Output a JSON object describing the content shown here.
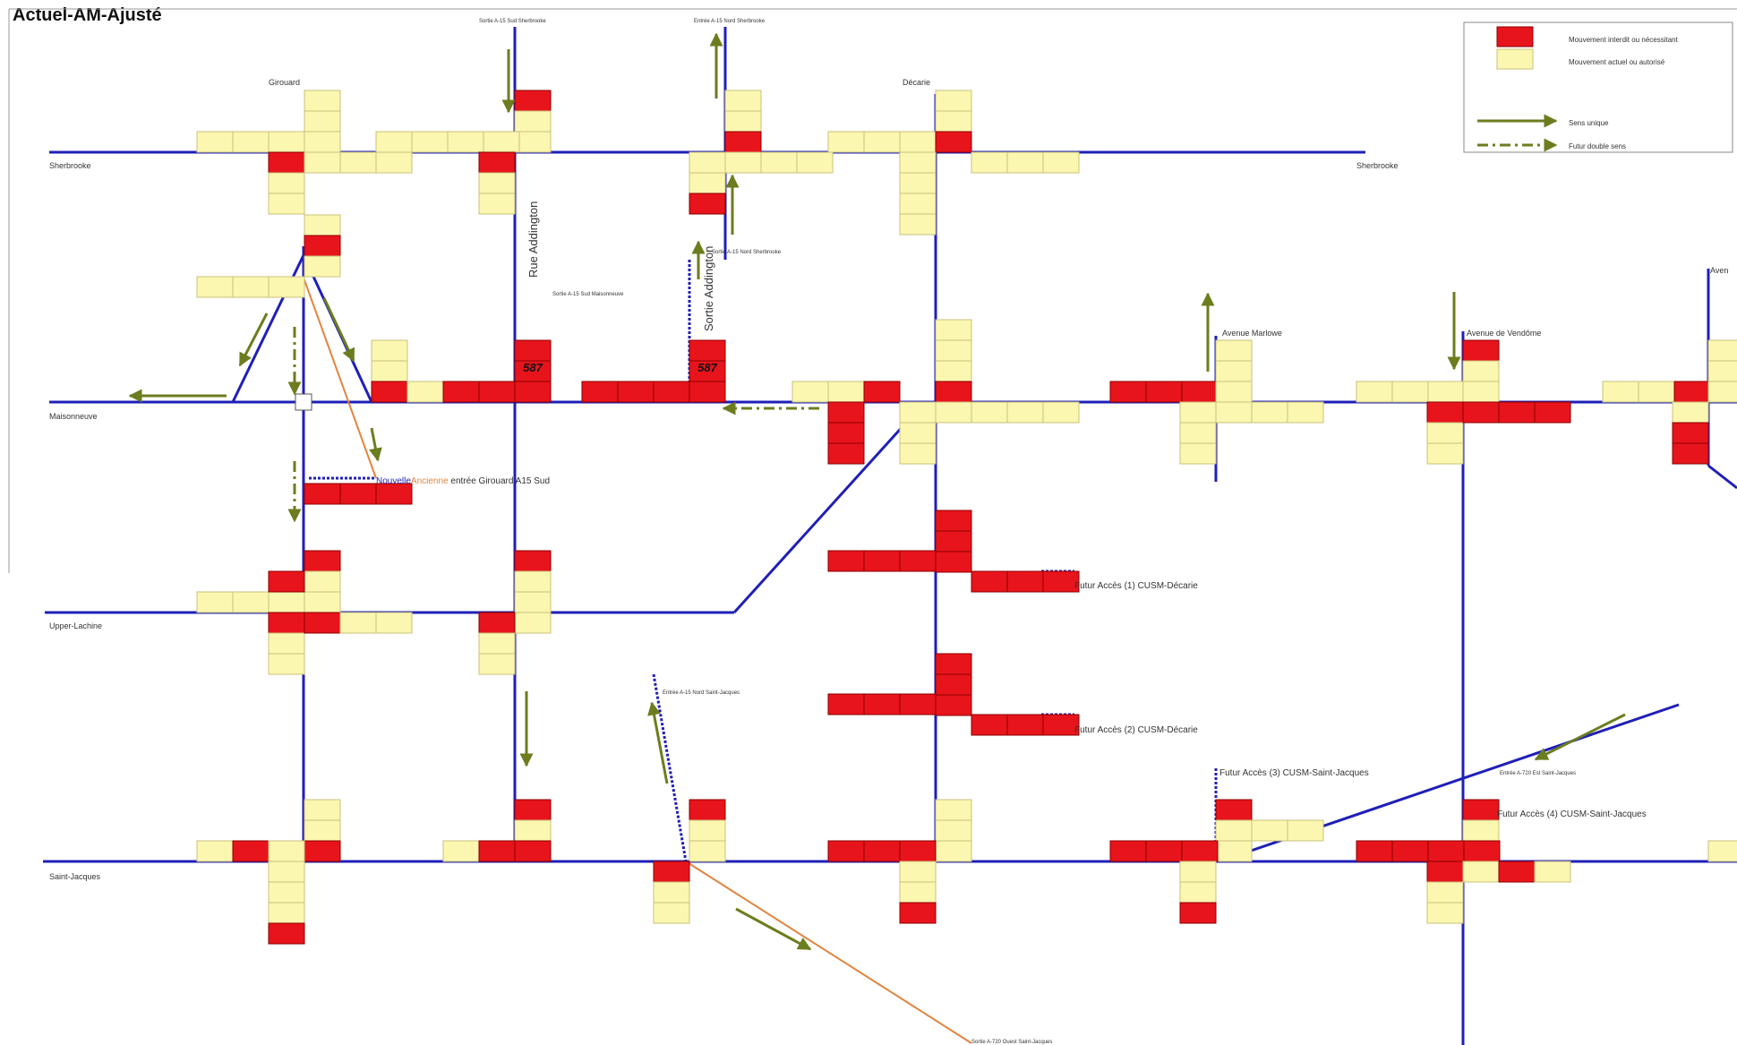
{
  "title": "Actuel-AM-Ajusté",
  "colors": {
    "street": "#1f1fb8",
    "forbidden": "#e8141c",
    "allowed": "#fbf7b0",
    "arrow": "#6b7d1e",
    "orange_line": "#e3843e",
    "cell_text": "#19b5c9"
  },
  "legend": {
    "items": [
      {
        "label": "Mouvement interdit ou nécessitant",
        "type": "red-box"
      },
      {
        "label": "Mouvement actuel ou autorisé",
        "type": "yellow-box"
      },
      {
        "label": "Sens unique",
        "type": "solid-arrow"
      },
      {
        "label": "Futur double sens",
        "type": "dashed-arrow"
      }
    ]
  },
  "streets": {
    "sherbrooke_left": "Sherbrooke",
    "sherbrooke_right": "Sherbrooke",
    "maisonneuve": "Maisonneuve",
    "upper_lachine": "Upper-Lachine",
    "saint_jacques": "Saint-Jacques",
    "girouard": "Girouard",
    "decarie": "Décarie",
    "rue_addington": "Rue Addington",
    "sortie_addington": "Sortie Addington",
    "avenue_marlowe": "Avenue Marlowe",
    "avenue_vendome": "Avenue de Vendôme",
    "avenue_right": "Aven"
  },
  "small_labels": {
    "sortie_a15_sud_sherbrooke": "Sortie A-15 Sud Sherbrooke",
    "entree_a15_nord_sherbrooke": "Entrée A-15 Nord Sherbrooke",
    "sortie_a15_nord_sherbrooke": "Sortie A-15 Nord Sherbrooke",
    "sortie_a15_sud_maisonneuve": "Sortie A-15 Sud Maisonneuve",
    "entree_a15_nord_saint_jacques": "Entrée A-15 Nord Saint-Jacques",
    "sortie_a720_ouest_saint_jacques": "Sortie A-720 Ouest Saint-Jacques",
    "entree_a720_est_saint_jacques": "Entrée A-720 Est Saint-Jacques"
  },
  "annotations": {
    "nouvelle_prefix": "Nouvelle",
    "nouvelle_orange": "Ancienne",
    "nouvelle_suffix": " entrée Girouard A15 Sud",
    "futur_acces_1": "Futur Accès (1) CUSM-Décarie",
    "futur_acces_2": "Futur Accès (2) CUSM-Décarie",
    "futur_acces_3": "Futur Accès (3) CUSM-Saint-Jacques",
    "futur_acces_4": "Futur Accès (4) CUSM-Saint-Jacques"
  },
  "big_numbers": [
    "587",
    "587"
  ]
}
